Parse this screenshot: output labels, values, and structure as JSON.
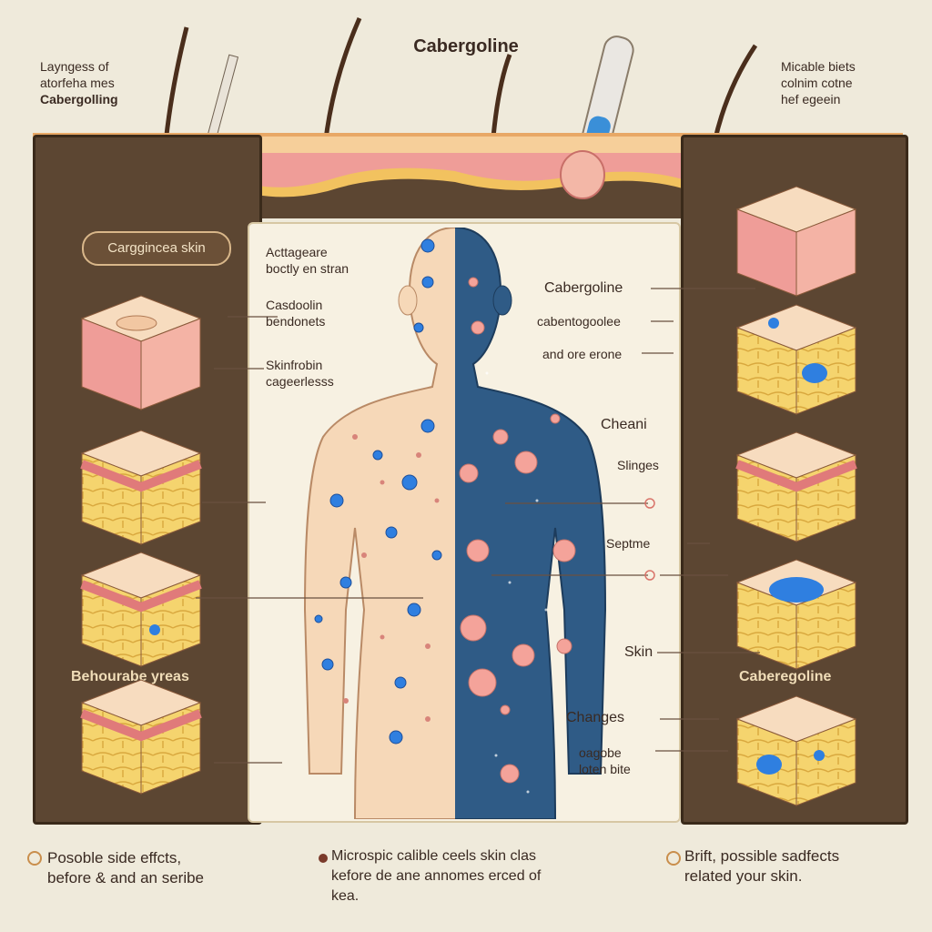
{
  "title": "Cabergoline",
  "top_left_note": [
    "Layngess of",
    "atorfeha mes",
    "Cabergolling"
  ],
  "top_right_note": [
    "Micable biets",
    "colnim cotne",
    "hef egeein"
  ],
  "left_panel": {
    "pill_label": "Carggincea skin",
    "bottom_label": "Behourabe yreas"
  },
  "center_labels": {
    "l1": [
      "Acttageare",
      "boctly en stran"
    ],
    "l2": [
      "Casdoolin",
      "bendonets"
    ],
    "l3": [
      "Skinfrobin",
      "cageerlesss"
    ]
  },
  "right_labels": {
    "r1": "Cabergoline",
    "r2": "cabentogoolee",
    "r3": "and ore erone",
    "r4": "Cheani",
    "r5": "Slinges",
    "r6": "Septme",
    "r7": "Skin",
    "r8": "Changes",
    "r9": [
      "oagobe",
      "loten bite"
    ],
    "panel_label": "Caberegoline"
  },
  "bottom": {
    "left": [
      "Posoble side effcts,",
      "before & and an seribe"
    ],
    "middle": [
      "Microspic calible ceels skin clas",
      "kefore de ane annomes erced of",
      "kea."
    ],
    "right": [
      "Brift, possible sadfects",
      "related your skin."
    ]
  },
  "colors": {
    "background": "#efeadb",
    "panel": "#5c4632",
    "skin": "#f6d8b8",
    "blue_body": "#2f5b86",
    "blue_dot": "#2f7fe0",
    "pink": "#f4a39a",
    "fat": "#f2d06a"
  }
}
